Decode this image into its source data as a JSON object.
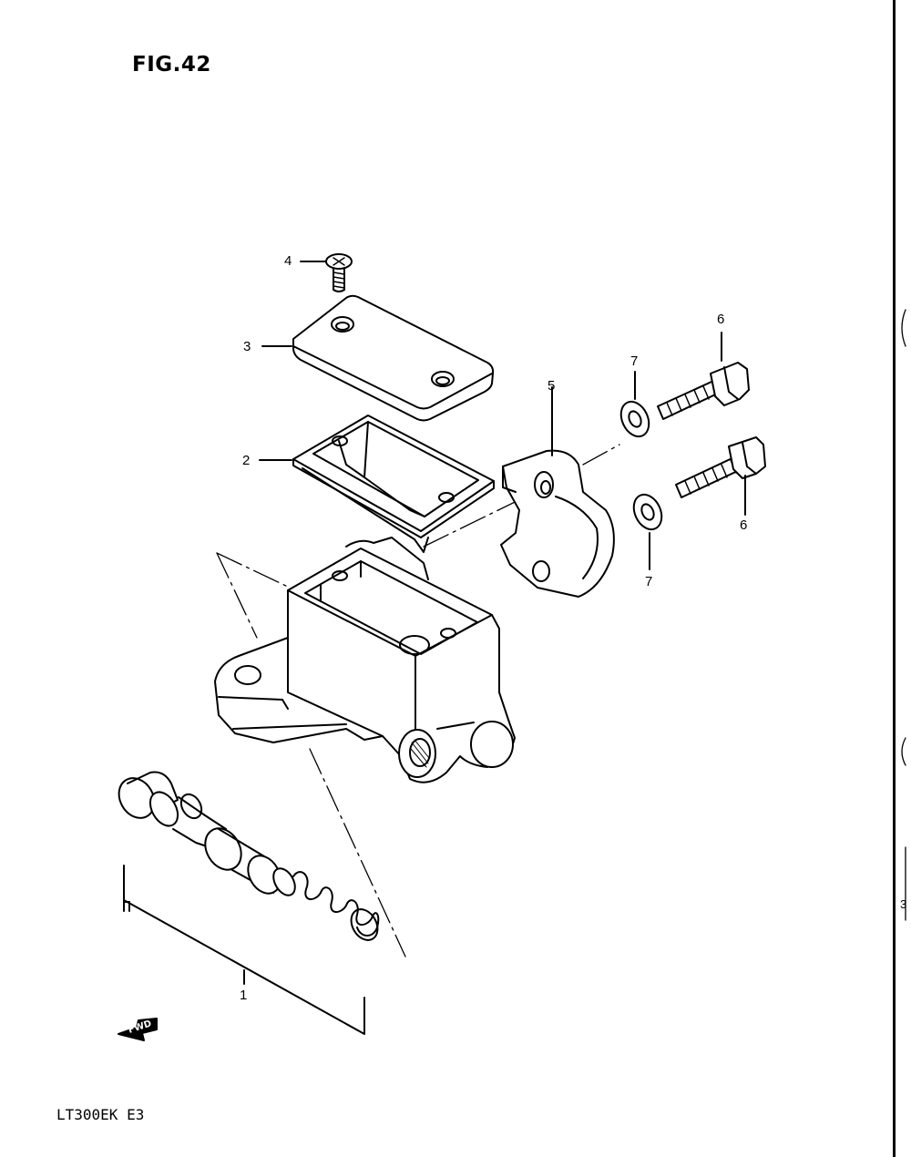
{
  "figure": {
    "title": "FIG.42",
    "model_code": "LT300EK  E3"
  },
  "callouts": {
    "c1": "1",
    "c2": "2",
    "c3": "3",
    "c4": "4",
    "c5": "5",
    "c6a": "6",
    "c6b": "6",
    "c7a": "7",
    "c7b": "7"
  },
  "direction_arrow": {
    "label": "FWD"
  },
  "parts": [
    {
      "ref": "1",
      "name": "piston-kit"
    },
    {
      "ref": "2",
      "name": "diaphragm"
    },
    {
      "ref": "3",
      "name": "reservoir-cap"
    },
    {
      "ref": "4",
      "name": "cap-screw"
    },
    {
      "ref": "5",
      "name": "master-cylinder-holder"
    },
    {
      "ref": "6",
      "name": "holder-bolt"
    },
    {
      "ref": "7",
      "name": "washer"
    }
  ],
  "edge_fragment": "3"
}
